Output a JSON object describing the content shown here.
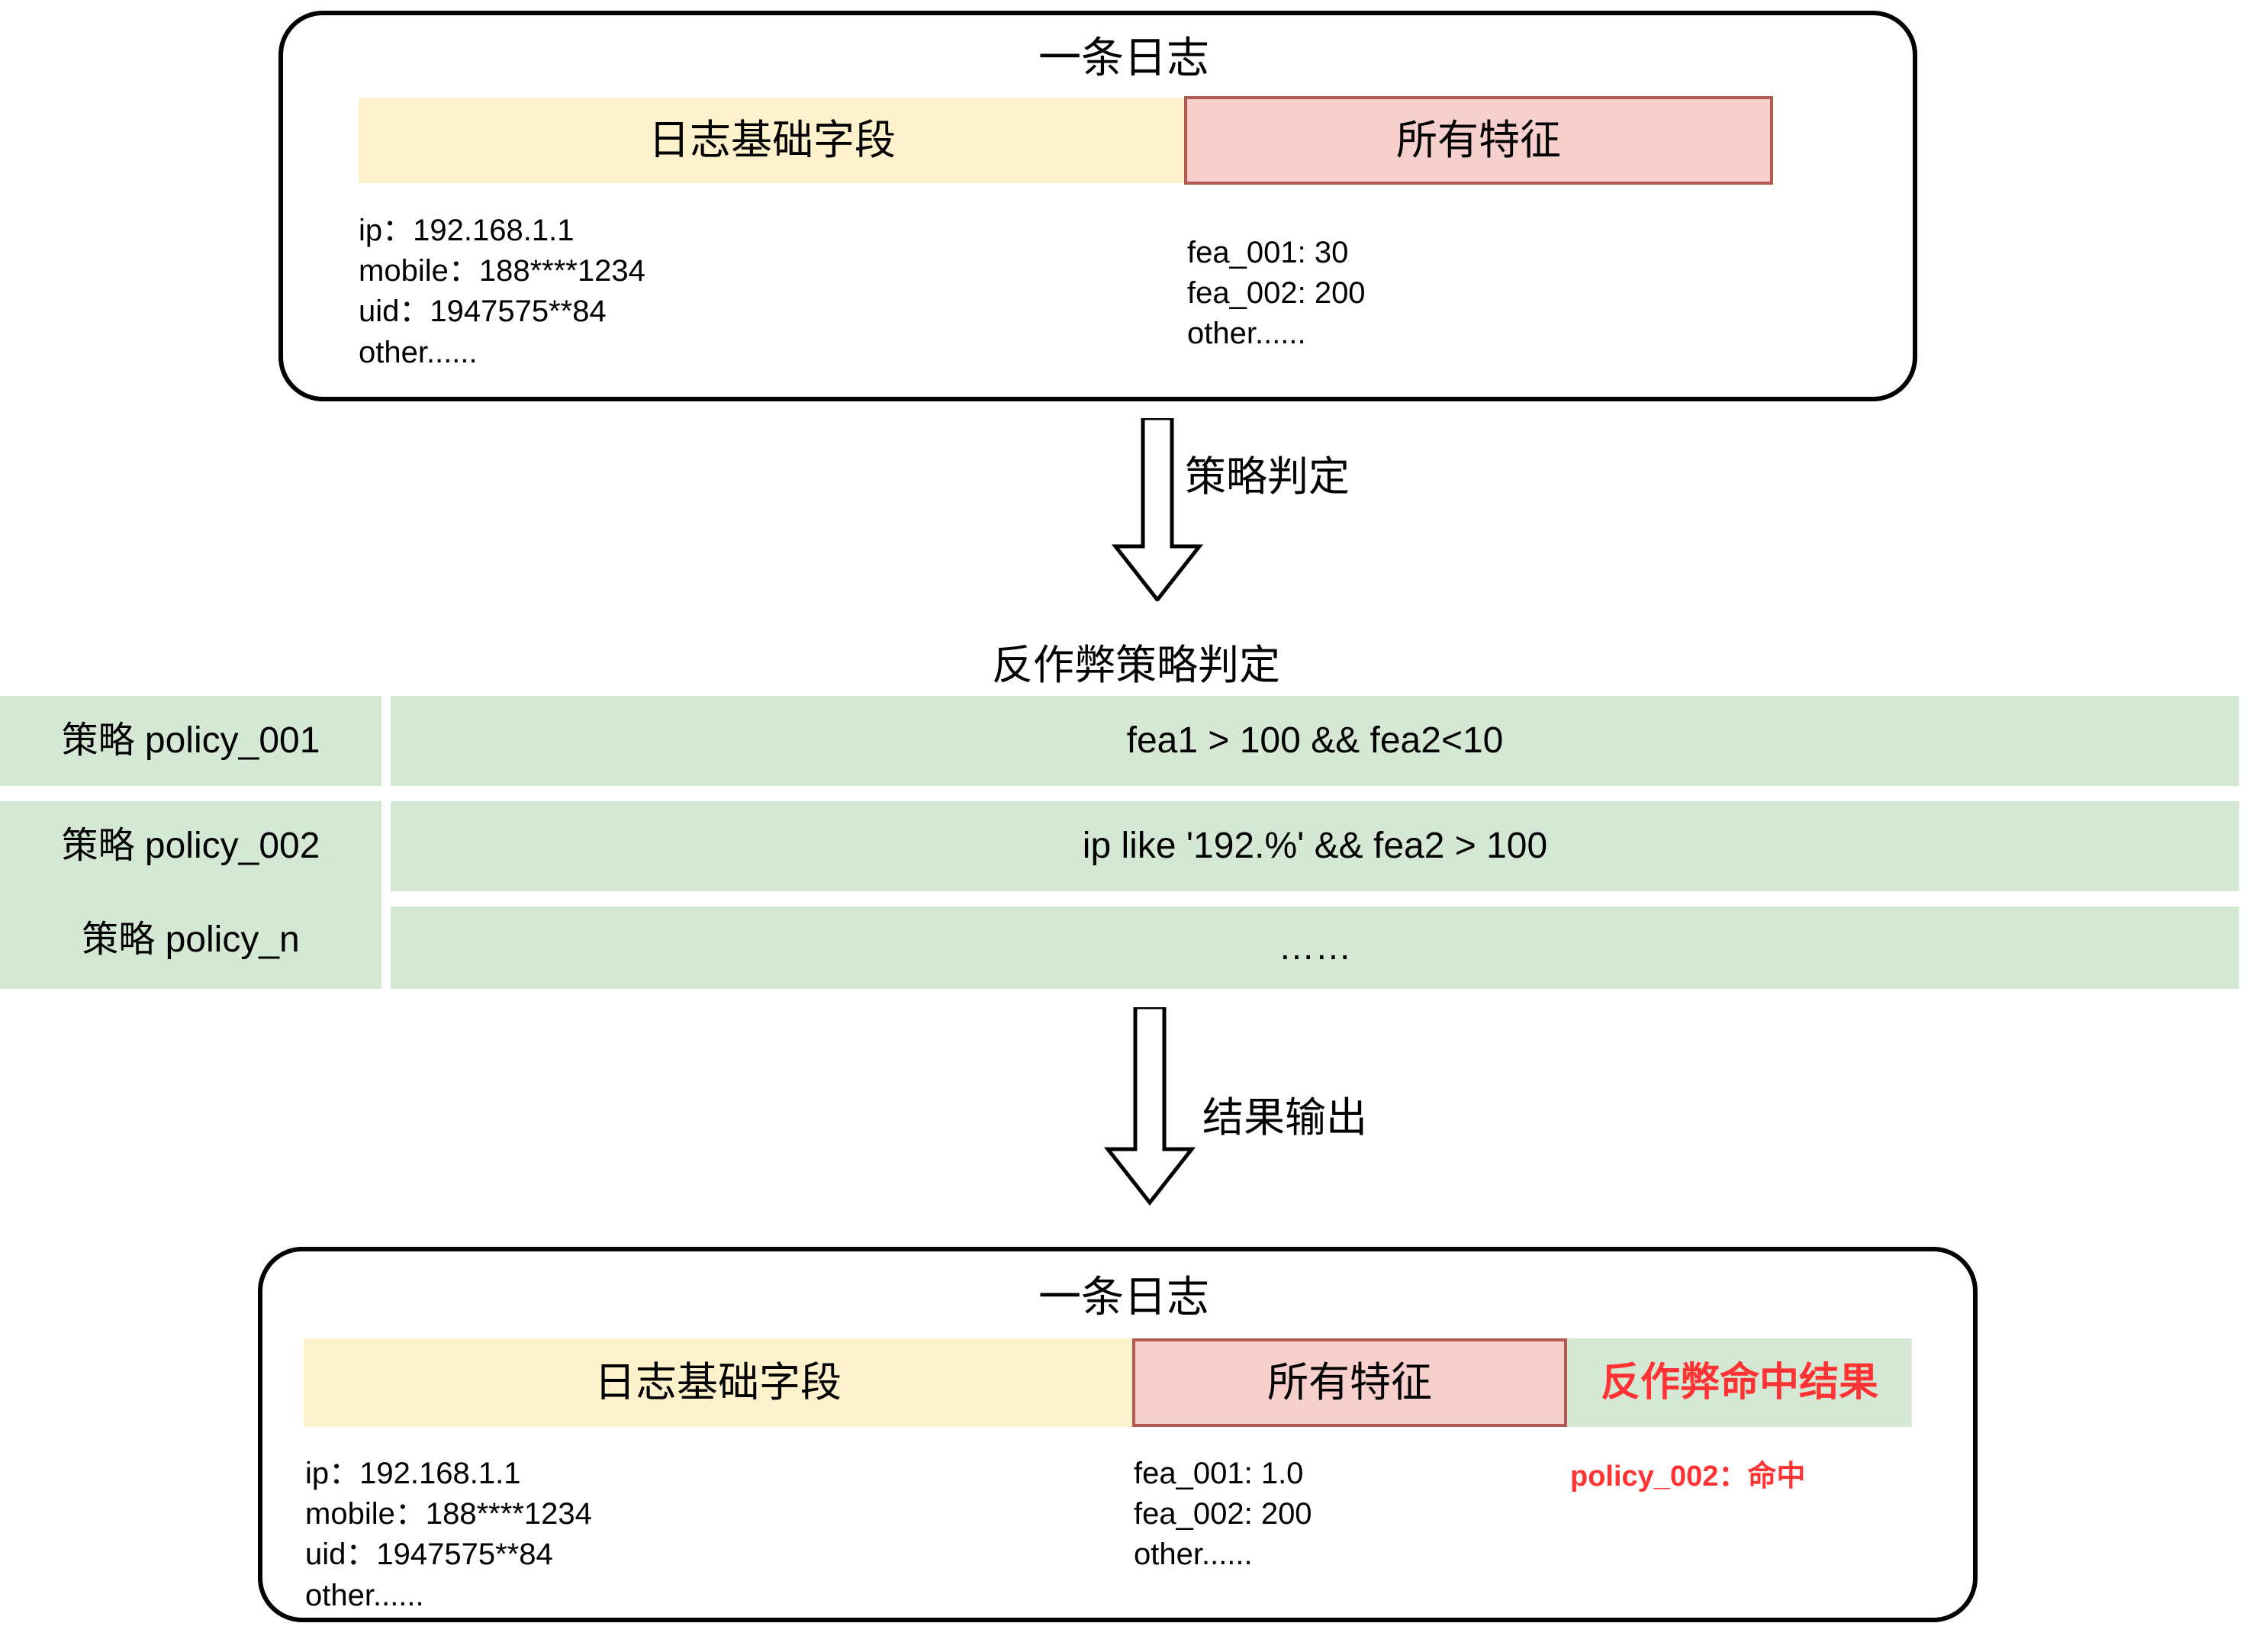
{
  "diagram": {
    "title_top": "一条日志",
    "title_bottom": "一条日志",
    "segments": {
      "base_fields": "日志基础字段",
      "all_features": "所有特征",
      "hit_result": "反作弊命中结果"
    },
    "top_log": {
      "base_detail": "ip：192.168.1.1\nmobile：188****1234\nuid：1947575**84\nother......",
      "feature_detail": "fea_001: 30\nfea_002: 200\nother......"
    },
    "bottom_log": {
      "base_detail": "ip：192.168.1.1\nmobile：188****1234\nuid：1947575**84\nother......",
      "feature_detail": "fea_001: 1.0\nfea_002: 200\nother......",
      "hit_detail": "policy_002：命中"
    },
    "arrows": {
      "first_label": "策略判定",
      "second_label": "结果输出"
    },
    "policy_table": {
      "heading": "反作弊策略判定",
      "rows": [
        {
          "key": "策略 policy_001",
          "value": "fea1 > 100 && fea2<10"
        },
        {
          "key": "策略 policy_002",
          "value": "ip like '192.%' && fea2 > 100"
        },
        {
          "key": "策略 policy_n",
          "value": "……"
        }
      ]
    },
    "colors": {
      "yellow_fill": "#FDF2CC",
      "red_fill": "#F7CFCC",
      "red_border": "#B05A52",
      "green_fill": "#D5E8D4",
      "accent_red_text": "#FF3333",
      "outline": "#000000"
    }
  }
}
